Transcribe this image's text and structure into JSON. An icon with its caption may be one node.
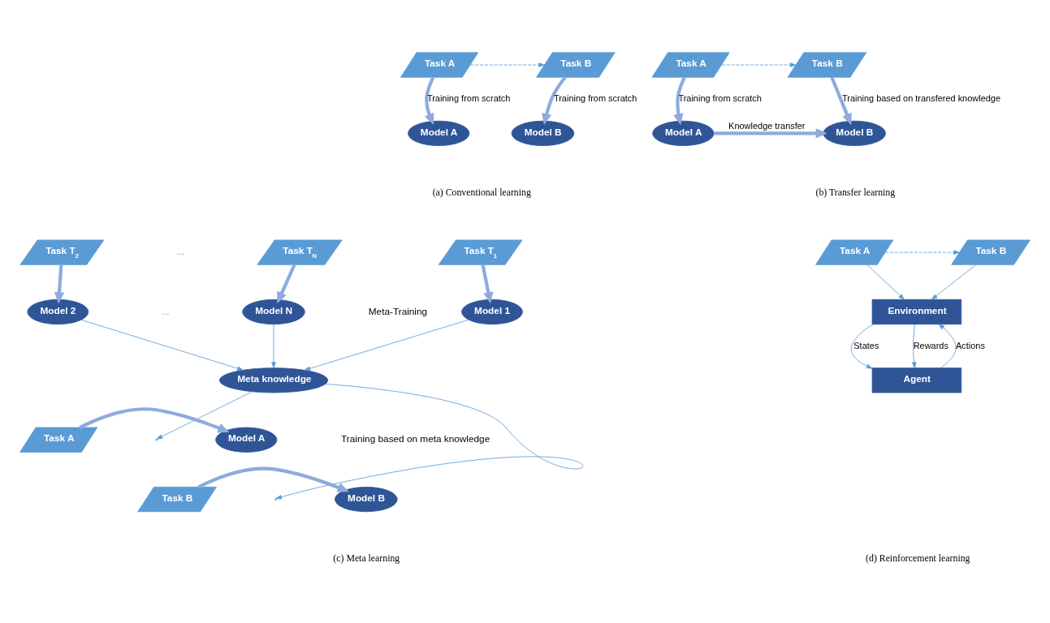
{
  "diagram": {
    "nodes": [
      {
        "text": [
          "Task A"
        ]
      },
      {
        "text": [
          "Task B"
        ]
      },
      {
        "text": [
          "Model A"
        ]
      },
      {
        "text": [
          "Model B"
        ]
      },
      {
        "text": [
          "Task A"
        ]
      },
      {
        "text": [
          "Task B"
        ]
      },
      {
        "text": [
          "Model A"
        ]
      },
      {
        "text": [
          "Model B"
        ]
      },
      {
        "text": [
          "Task T$_{1}$"
        ]
      },
      {
        "text": [
          "Task T$_{2}$"
        ]
      },
      {
        "text": [
          "Task T$_{N}$"
        ]
      },
      {
        "text": [
          "Model 1"
        ]
      },
      {
        "text": [
          "Model 2"
        ]
      },
      {
        "text": [
          "Model N"
        ]
      },
      {
        "text": [
          "Meta knowledge"
        ]
      },
      {
        "text": [
          "Task A"
        ]
      },
      {
        "text": [
          "Model A"
        ]
      },
      {
        "text": [
          "Task B"
        ]
      },
      {
        "text": [
          "Model B"
        ]
      },
      {
        "text": [
          "Task A"
        ]
      },
      {
        "text": [
          "Task B"
        ]
      },
      {
        "text": [
          "Environment"
        ]
      },
      {
        "text": [
          "Agent"
        ]
      }
    ],
    "edges": [
      {
        "from": 0,
        "to": 1,
        "arrow": "to",
        "style": "dashed"
      },
      {
        "from": 0,
        "to": 2,
        "arrow": "to",
        "style": "thick",
        "label": "Training from scratch"
      },
      {
        "from": 1,
        "to": 3,
        "arrow": "to",
        "style": "thick",
        "label": "Training from scratch"
      },
      {
        "from": 4,
        "to": 5,
        "arrow": "to",
        "style": "dashed"
      },
      {
        "from": 4,
        "to": 6,
        "arrow": "to",
        "style": "thick",
        "label": "Training from scratch"
      },
      {
        "from": 5,
        "to": 7,
        "arrow": "to",
        "style": "thick",
        "label": "Training based on transfered knowledge"
      },
      {
        "from": 6,
        "to": 7,
        "arrow": "to",
        "style": "thick",
        "label": "Knowledge transfer"
      },
      {
        "from": 8,
        "to": 11,
        "arrow": "to",
        "style": "thick"
      },
      {
        "from": 9,
        "to": 12,
        "arrow": "to",
        "style": "thick"
      },
      {
        "from": 10,
        "to": 13,
        "arrow": "to",
        "style": "thick"
      },
      {
        "from": 11,
        "to": 14,
        "arrow": "to"
      },
      {
        "from": 12,
        "to": 14,
        "arrow": "to"
      },
      {
        "from": 13,
        "to": 14,
        "arrow": "to"
      },
      {
        "from": 14,
        "to": null,
        "arrow": "to"
      },
      {
        "from": 14,
        "to": null,
        "arrow": "to"
      },
      {
        "from": 15,
        "to": 16,
        "arrow": "to",
        "style": "thick"
      },
      {
        "from": 17,
        "to": 18,
        "arrow": "to",
        "style": "thick"
      },
      {
        "from": 19,
        "to": 20,
        "arrow": "to",
        "style": "dashed"
      },
      {
        "from": 19,
        "to": 21,
        "arrow": "to"
      },
      {
        "from": 20,
        "to": 21,
        "arrow": "to"
      },
      {
        "from": 21,
        "to": 22,
        "arrow": "to",
        "label": "States"
      },
      {
        "from": 21,
        "to": 22,
        "arrow": "to",
        "label": "Rewards"
      },
      {
        "from": 22,
        "to": 21,
        "arrow": "to",
        "label": "Actions"
      }
    ],
    "labels": [
      "(a) Conventional learning",
      "(b) Transfer learning",
      "...",
      "Meta-Training",
      "...",
      "Training based on meta knowledge",
      "(c) Meta learning",
      "(d) Reinforcement learning"
    ]
  }
}
